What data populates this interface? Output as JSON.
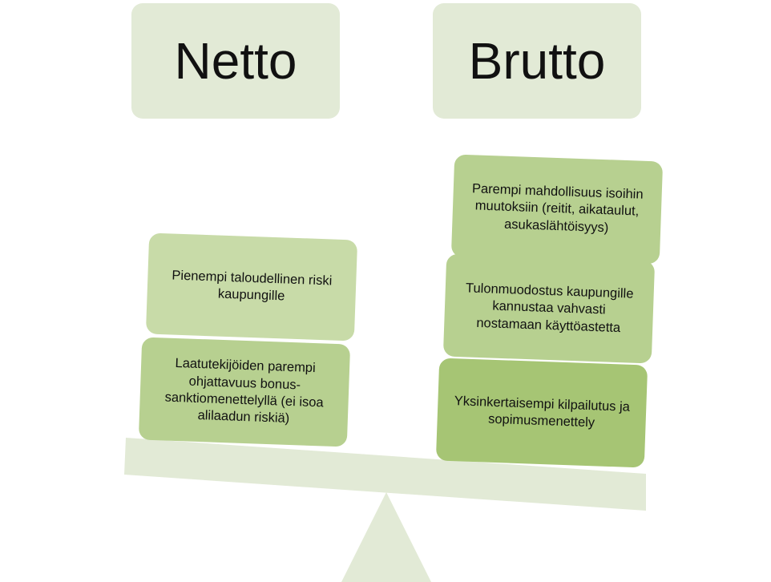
{
  "headers": {
    "netto": "Netto",
    "brutto": "Brutto"
  },
  "netto_items": [
    "Pienempi taloudellinen riski kaupungille",
    "Laatutekijöiden parempi ohjattavuus bonus-sanktiomenettelyllä (ei isoa alilaadun riskiä)"
  ],
  "brutto_items": [
    "Parempi mahdollisuus isoihin muutoksiin (reitit, aikataulut, asukaslähtöisyys)",
    "Tulonmuodostus kaupungille kannustaa vahvasti nostamaan käyttöastetta",
    "Yksinkertaisempi kilpailutus ja sopimusmenettely"
  ],
  "colors": {
    "header_bg": "#e2ead6",
    "beam": "#e2ead6",
    "fulcrum": "#e2ead6",
    "card_light": "#c8dba8",
    "card_mid": "#b7d090",
    "card_dark": "#a6c574"
  }
}
